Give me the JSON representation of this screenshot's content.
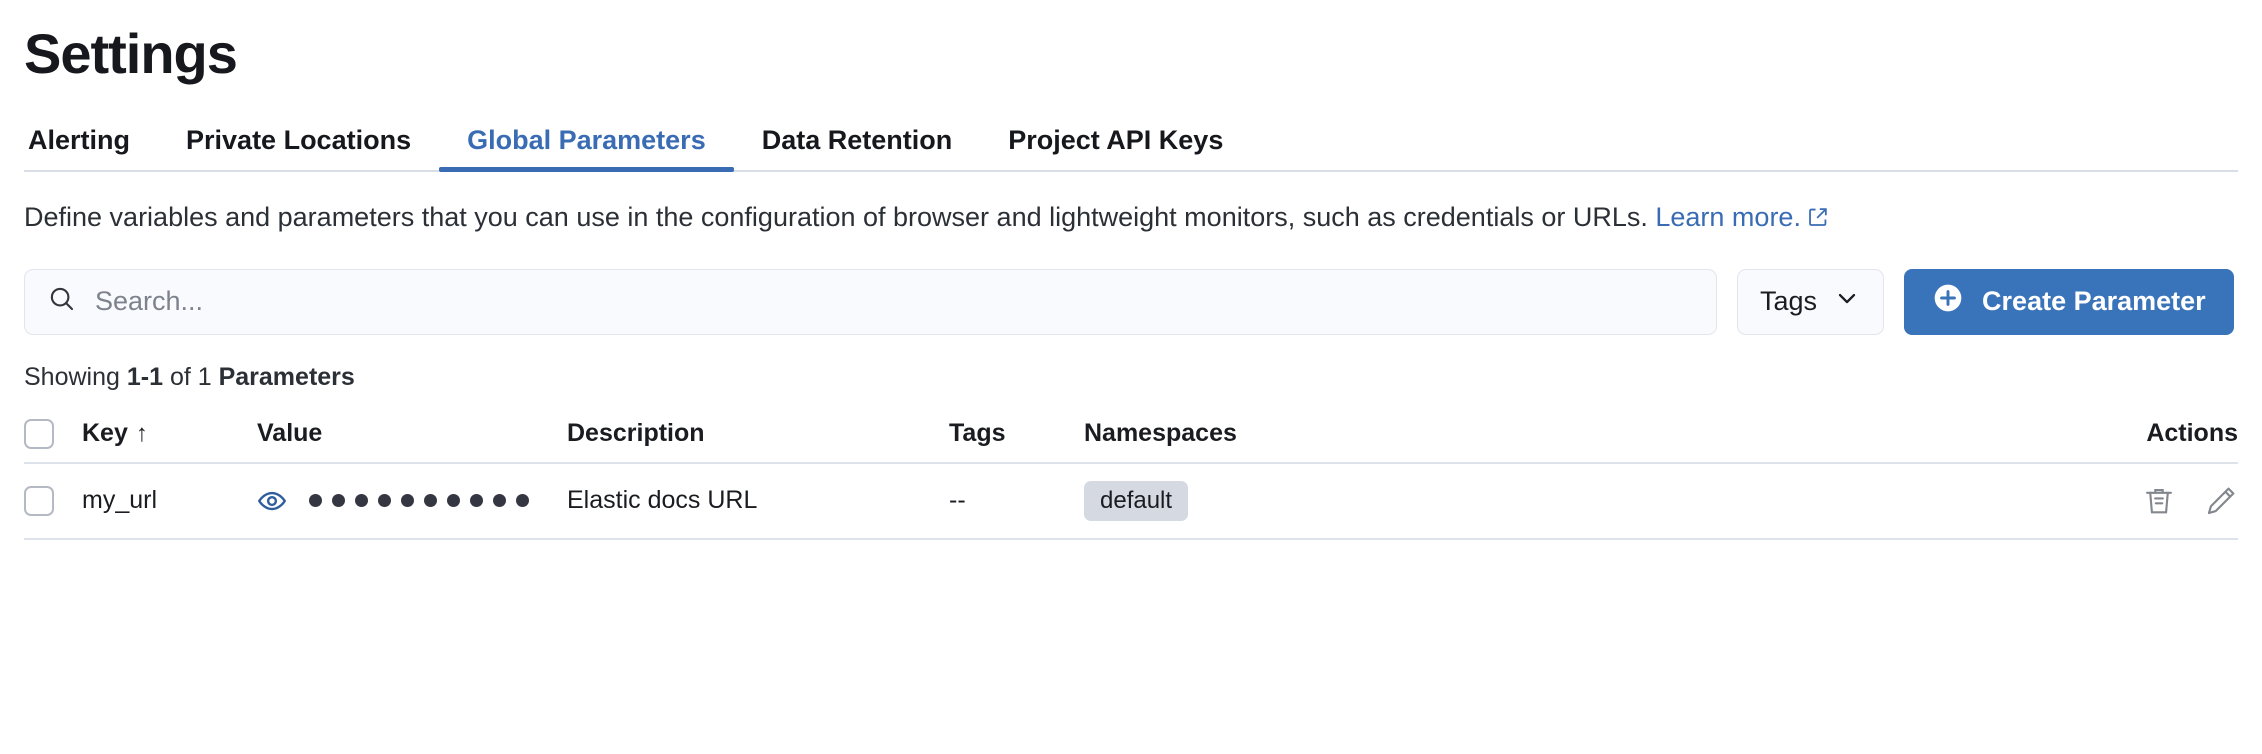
{
  "header": {
    "title": "Settings"
  },
  "tabs": [
    {
      "label": "Alerting",
      "active": false,
      "name": "tab-alerting"
    },
    {
      "label": "Private Locations",
      "active": false,
      "name": "tab-private-locations"
    },
    {
      "label": "Global Parameters",
      "active": true,
      "name": "tab-global-parameters"
    },
    {
      "label": "Data Retention",
      "active": false,
      "name": "tab-data-retention"
    },
    {
      "label": "Project API Keys",
      "active": false,
      "name": "tab-project-api-keys"
    }
  ],
  "description": {
    "text": "Define variables and parameters that you can use in the configuration of browser and lightweight monitors, such as credentials or URLs. ",
    "link_label": "Learn more.",
    "link_icon": "external-link-icon"
  },
  "controls": {
    "search": {
      "placeholder": "Search...",
      "value": "",
      "icon": "search-icon"
    },
    "tags_filter": {
      "label": "Tags",
      "icon": "chevron-down-icon"
    },
    "create_button": {
      "label": "Create Parameter",
      "icon": "plus-circle-icon"
    }
  },
  "summary": {
    "prefix": "Showing ",
    "range": "1-1",
    "middle": " of 1 ",
    "entity": "Parameters"
  },
  "table": {
    "columns": [
      {
        "label": "Key",
        "sorted": "asc",
        "sort_icon": "arrow-up-icon"
      },
      {
        "label": "Value"
      },
      {
        "label": "Description"
      },
      {
        "label": "Tags"
      },
      {
        "label": "Namespaces"
      },
      {
        "label": "Actions"
      }
    ],
    "rows": [
      {
        "key": "my_url",
        "value_masked": "••••••••••",
        "value_dot_count": 10,
        "value_toggle_icon": "eye-icon",
        "description": "Elastic docs URL",
        "tags": "--",
        "namespaces": [
          "default"
        ],
        "actions": [
          "trash-icon",
          "pencil-icon"
        ]
      }
    ]
  },
  "colors": {
    "accent_blue": "#3973b9",
    "tab_active_blue": "#3a6cb4",
    "eye_icon_blue": "#2f5e9e",
    "badge_bg": "#d4d9e2",
    "border": "#dee2ea",
    "text": "#1a1c21"
  }
}
